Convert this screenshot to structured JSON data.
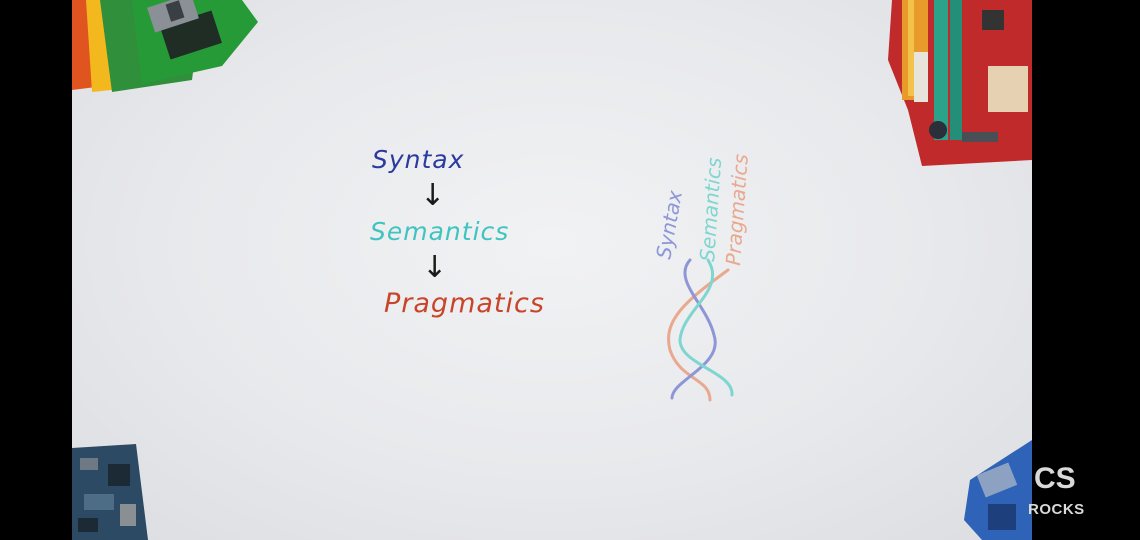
{
  "scene": {
    "flow": {
      "items": [
        "Syntax",
        "Semantics",
        "Pragmatics"
      ],
      "arrow_glyph": "↓",
      "colors": {
        "syntax": "#2a3a9e",
        "semantics": "#3fc4c0",
        "pragmatics": "#c8452a"
      }
    },
    "braid": {
      "labels": [
        "Syntax",
        "Semantics",
        "Pragmatics"
      ],
      "colors": {
        "syntax": "#8e96d6",
        "semantics": "#7fd6d0",
        "pragmatics": "#e8a98f"
      }
    },
    "props": [
      "floppy-disks",
      "motherboard",
      "circuit-board",
      "blue-floppy-disk"
    ]
  },
  "watermark": {
    "title": "CS",
    "subtitle": "ROCKS"
  }
}
